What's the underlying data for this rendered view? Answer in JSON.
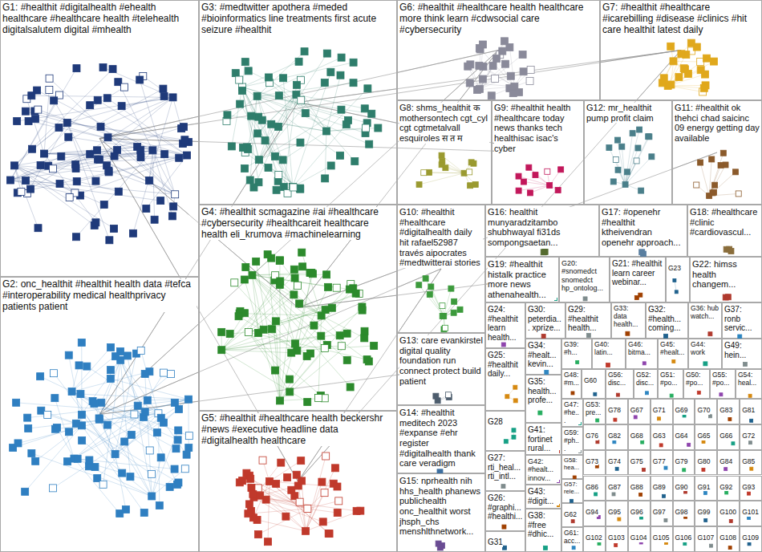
{
  "diagram": {
    "nodes": [
      {
        "text": [
          "G1: #healthit #digitalhealth #ehealth healthcare #healthcare health #telehealth digitalsalutem digital #mhealth"
        ]
      },
      {
        "text": [
          "G2: onc_healthit #healthit health data #tefca #interoperability medical healthprivacy patients patient"
        ]
      },
      {
        "text": [
          "G3: #medtwitter apothera #meded #bioinformatics line treatments first acute seizure #healthit"
        ]
      },
      {
        "text": [
          "G4: #healthit scmagazine #ai #healthcare #cybersecurity #healthcareit healthcare health eli_krumova #machinelearning"
        ]
      },
      {
        "text": [
          "G5: #healthit #healthcare health beckershr #news #executive headline data #digitalhealth healthcare"
        ]
      },
      {
        "text": [
          "G6: #healthit #healthcare health healthcare more think learn #cdwsocial care #cybersecurity"
        ]
      },
      {
        "text": [
          "G7: #healthit #healthcare #icarebilling #disease #clinics #hit care healthit latest daily"
        ]
      },
      {
        "text": [
          "G8: shms_healthit क mothersontech cgt_cyl cgt cgtmetalvall esquiroles स त म"
        ]
      },
      {
        "text": [
          "G9: #healthit health #healthcare today news thanks tech healthisac isac's cyber"
        ]
      },
      {
        "text": [
          "G12: mr_healthit pump profit claim"
        ]
      },
      {
        "text": [
          "G11: #healthit ok thehci chad saicinc 09 energy getting day available"
        ]
      },
      {
        "text": [
          "G10: #healthit #healthcare #digitalhealth daily hit rafael52987 través aipocrates #medtwitterai stories"
        ]
      },
      {
        "text": [
          "G16: healthit munyaradzitambo shubhwayal fi31ds sompongsaetan..."
        ]
      },
      {
        "text": [
          "G17: #openehr #healthit ktheivendran openehr approach..."
        ]
      },
      {
        "text": [
          "G18: #healthcare #clinic #cardiovascul..."
        ]
      },
      {
        "text": [
          "G19: #healthit histalk practice more news athenahealth..."
        ]
      },
      {
        "text": [
          "G20: #snomedct snomedct hp_ontolog..."
        ]
      },
      {
        "text": [
          "G21: #healthit learn career webinar..."
        ]
      },
      {
        "text": [
          "G23"
        ]
      },
      {
        "text": [
          "G22: himss health changem..."
        ]
      },
      {
        "text": [
          "G13: care evankirstel digital quality foundation run connect protect build patient"
        ]
      },
      {
        "text": [
          "G14: #healthit meditech 2023 #expanse #ehr register #digitalhealth thank care veradigm"
        ]
      },
      {
        "text": [
          "G15: nprhealth nih hhs_health phanews publichealth onc_healthit worst jhsph_chs menshlthnetwork..."
        ]
      },
      {
        "text": [
          "G24: #healthit learn health..."
        ]
      },
      {
        "text": [
          "G25: #healthit daily..."
        ]
      },
      {
        "text": [
          "G28"
        ]
      },
      {
        "text": [
          "G27: rti_heal... rti_intl..."
        ]
      },
      {
        "text": [
          "G26: #graphi... #healthi..."
        ]
      },
      {
        "text": [
          "G31"
        ]
      },
      {
        "text": [
          "G30: peterdia... xprize..."
        ]
      },
      {
        "text": [
          "G34: #healt... kevin..."
        ]
      },
      {
        "text": [
          "G35: health... profe..."
        ]
      },
      {
        "text": [
          "G41: fortinet rural..."
        ]
      },
      {
        "text": [
          "G42: #healt... innov..."
        ]
      },
      {
        "text": [
          "G43: #digit..."
        ]
      },
      {
        "text": [
          "G38: #free #dhic..."
        ]
      },
      {
        "text": [
          "G29: #healthit health..."
        ]
      },
      {
        "text": [
          "G33: data health..."
        ]
      },
      {
        "text": [
          "G32: #health... coming..."
        ]
      },
      {
        "text": [
          "G36: hub watch..."
        ]
      },
      {
        "text": [
          "G37: ronb servic..."
        ]
      },
      {
        "text": [
          "G39: #h..."
        ]
      },
      {
        "text": [
          "G40: latin..."
        ]
      },
      {
        "text": [
          "G46: bitma..."
        ]
      },
      {
        "text": [
          "G45: #healt..."
        ]
      },
      {
        "text": [
          "G44: work"
        ]
      },
      {
        "text": [
          "G49: hein..."
        ]
      },
      {
        "text": [
          "G48: #m..."
        ]
      },
      {
        "text": [
          "G60"
        ]
      },
      {
        "text": [
          "G56: disc..."
        ]
      },
      {
        "text": [
          "G52: disc..."
        ]
      },
      {
        "text": [
          "G51: #po..."
        ]
      },
      {
        "text": [
          "G50: #po..."
        ]
      },
      {
        "text": [
          "G55: #po..."
        ]
      },
      {
        "text": [
          "G54: heal..."
        ]
      },
      {
        "text": [
          "G47: #he..."
        ]
      },
      {
        "text": [
          "G59: #ph..."
        ]
      },
      {
        "text": [
          "G58: hea..."
        ]
      },
      {
        "text": [
          "G57: rele..."
        ]
      },
      {
        "text": [
          "G62"
        ]
      },
      {
        "text": [
          "G61: acc..."
        ]
      },
      {
        "text": [
          "G53: pre..."
        ]
      },
      {
        "text": [
          "G78"
        ]
      },
      {
        "text": [
          "G67"
        ]
      },
      {
        "text": [
          "G71"
        ]
      },
      {
        "text": [
          "G69"
        ]
      },
      {
        "text": [
          "G70"
        ]
      },
      {
        "text": [
          "G83"
        ]
      },
      {
        "text": [
          "G81"
        ]
      },
      {
        "text": [
          "G76"
        ]
      },
      {
        "text": [
          "G82"
        ]
      },
      {
        "text": [
          "G68"
        ]
      },
      {
        "text": [
          "G63"
        ]
      },
      {
        "text": [
          "G64"
        ]
      },
      {
        "text": [
          "G65"
        ]
      },
      {
        "text": [
          "G66"
        ]
      },
      {
        "text": [
          "G72"
        ]
      },
      {
        "text": [
          "G73"
        ]
      },
      {
        "text": [
          "G74"
        ]
      },
      {
        "text": [
          "G75"
        ]
      },
      {
        "text": [
          "G77"
        ]
      },
      {
        "text": [
          "G79"
        ]
      },
      {
        "text": [
          "G80"
        ]
      },
      {
        "text": [
          "G84"
        ]
      },
      {
        "text": [
          "G85"
        ]
      },
      {
        "text": [
          "G86"
        ]
      },
      {
        "text": [
          "G87"
        ]
      },
      {
        "text": [
          "G88"
        ]
      },
      {
        "text": [
          "G89"
        ]
      },
      {
        "text": [
          "G90"
        ]
      },
      {
        "text": [
          "G91"
        ]
      },
      {
        "text": [
          "G92"
        ]
      },
      {
        "text": [
          "G93"
        ]
      },
      {
        "text": [
          "G94"
        ]
      },
      {
        "text": [
          "G95"
        ]
      },
      {
        "text": [
          "G96"
        ]
      },
      {
        "text": [
          "G97"
        ]
      },
      {
        "text": [
          "G98"
        ]
      },
      {
        "text": [
          "G99"
        ]
      },
      {
        "text": [
          "G100"
        ]
      },
      {
        "text": [
          "G101"
        ]
      },
      {
        "text": [
          "G102"
        ]
      },
      {
        "text": [
          "G103"
        ]
      },
      {
        "text": [
          "G104"
        ]
      },
      {
        "text": [
          "G105"
        ]
      },
      {
        "text": [
          "G106"
        ]
      },
      {
        "text": [
          "G107"
        ]
      },
      {
        "text": [
          "G108"
        ]
      },
      {
        "text": [
          "G109"
        ]
      }
    ],
    "edges": [
      {
        "from": 0,
        "to": 3,
        "arrow": "none"
      },
      {
        "from": 0,
        "to": 5,
        "arrow": "none"
      },
      {
        "from": 0,
        "to": 6,
        "arrow": "none"
      },
      {
        "from": 0,
        "to": 8,
        "arrow": "none"
      },
      {
        "from": 0,
        "to": 4,
        "arrow": "none"
      },
      {
        "from": 1,
        "to": 2,
        "arrow": "none"
      },
      {
        "from": 1,
        "to": 11,
        "arrow": "none"
      },
      {
        "from": 1,
        "to": 20,
        "arrow": "none"
      },
      {
        "from": 1,
        "to": 5,
        "arrow": "none"
      },
      {
        "from": 2,
        "to": 6,
        "arrow": "none"
      },
      {
        "from": 2,
        "to": 8,
        "arrow": "none"
      },
      {
        "from": 3,
        "to": 10,
        "arrow": "none"
      },
      {
        "from": 3,
        "to": 15,
        "arrow": "none"
      },
      {
        "from": 3,
        "to": 5,
        "arrow": "none"
      },
      {
        "from": 4,
        "to": 11,
        "arrow": "none"
      },
      {
        "from": 4,
        "to": 6,
        "arrow": "none"
      }
    ]
  }
}
